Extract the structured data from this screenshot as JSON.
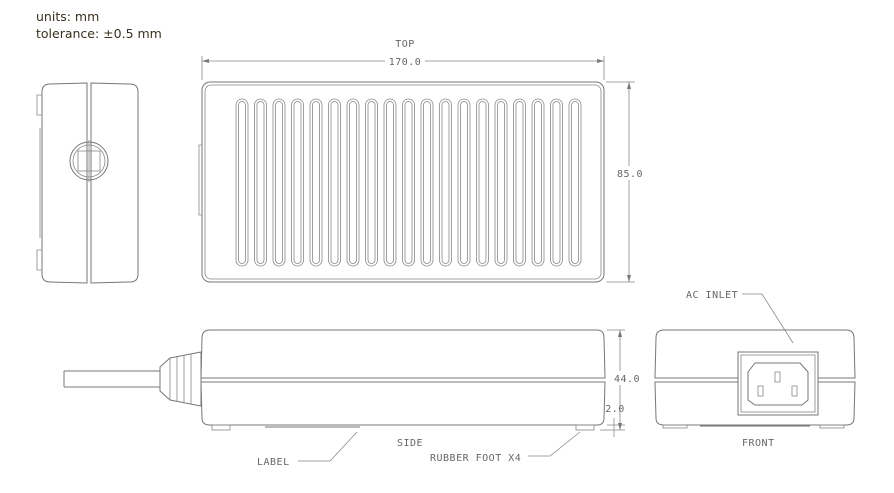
{
  "header": {
    "units": "units: mm",
    "tolerance": "tolerance: ±0.5 mm"
  },
  "views": {
    "top": "TOP",
    "side": "SIDE",
    "front": "FRONT"
  },
  "dimensions": {
    "length": "170.0",
    "width": "85.0",
    "height": "44.0",
    "foot_height": "2.0"
  },
  "callouts": {
    "label": "LABEL",
    "rubber_foot": "RUBBER FOOT X4",
    "ac_inlet": "AC INLET"
  }
}
